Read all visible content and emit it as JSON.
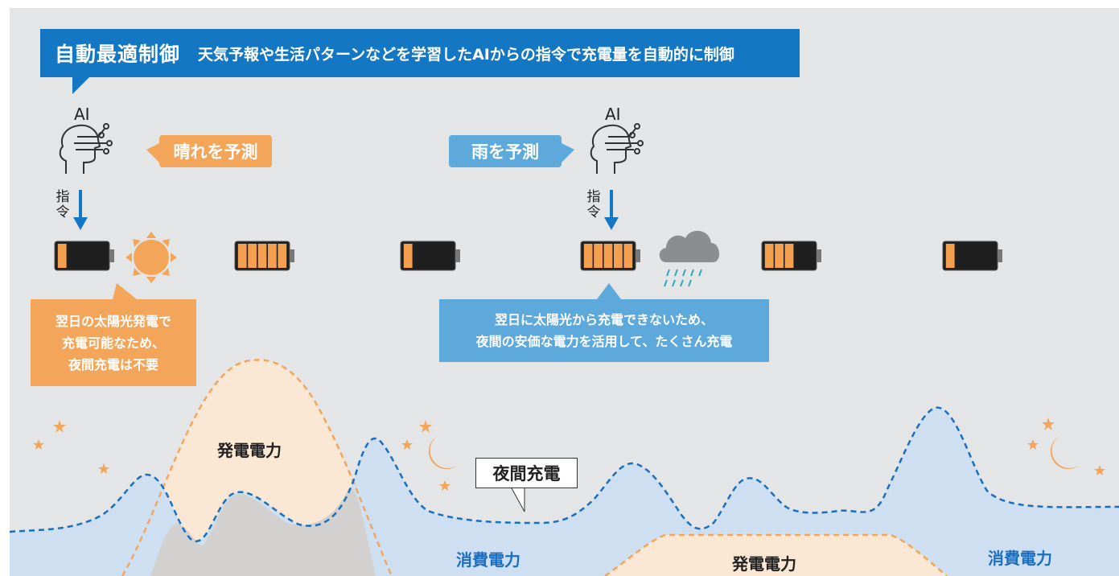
{
  "banner": {
    "title": "自動最適制御",
    "description": "天気予報や生活パターンなどを学習したAIからの指令で充電量を自動的に制御"
  },
  "ai_nodes": [
    {
      "label": "AI",
      "command": [
        "指",
        "令"
      ],
      "prediction": "晴れを予測",
      "weather": "sun-icon"
    },
    {
      "label": "AI",
      "command": [
        "指",
        "令"
      ],
      "prediction": "雨を予測",
      "weather": "rain-cloud-icon"
    }
  ],
  "batteries": [
    {
      "level_fraction": 0.2
    },
    {
      "level_fraction": 1.0
    },
    {
      "level_fraction": 0.2
    },
    {
      "level_fraction": 1.0
    },
    {
      "level_fraction": 0.6
    },
    {
      "level_fraction": 0.2
    }
  ],
  "notes": {
    "sunny": [
      "翌日の太陽光発電で",
      "充電可能なため、",
      "夜間充電は不要"
    ],
    "rainy": [
      "翌日に太陽光から充電できないため、",
      "夜間の安価な電力を活用して、たくさん充電"
    ]
  },
  "curve_labels": {
    "generation_1": "発電電力",
    "generation_2": "発電電力",
    "consumption_1": "消費電力",
    "consumption_2": "消費電力",
    "night_charge": "夜間充電"
  },
  "colors": {
    "banner": "#1477c4",
    "orange": "#f3a65a",
    "blue_callout": "#5ea9dc",
    "consumption_fill": "#cfdff2",
    "consumption_line": "#1a6fc0",
    "generation_fill": "#fbe8d4",
    "generation_line": "#f3a65a",
    "battery_fill": "#f5a04e",
    "background": "#e4e5e7"
  }
}
